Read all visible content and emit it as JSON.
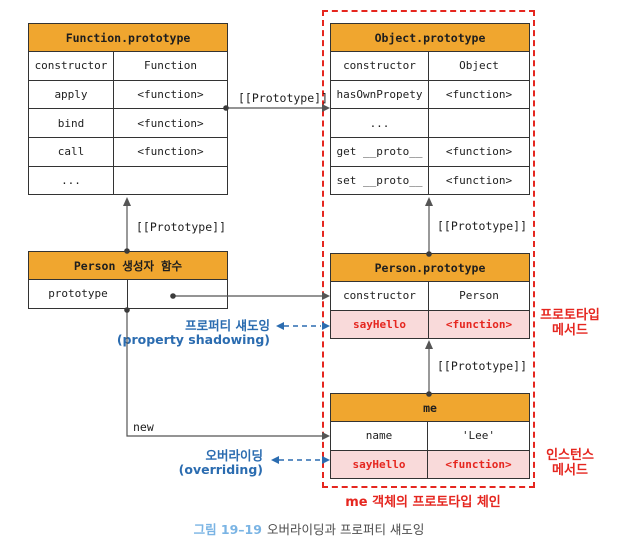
{
  "palette": {
    "header_orange": "#F0A62F",
    "highlight_pink": "#F9DADA",
    "accent_red": "#E5261F",
    "accent_blue": "#2B6CB0",
    "caption_blue": "#7AB4E4",
    "line_gray": "#555555"
  },
  "tables": {
    "function_prototype": {
      "title": "Function.prototype",
      "rows": [
        {
          "key": "constructor",
          "value": "Function"
        },
        {
          "key": "apply",
          "value": "<function>"
        },
        {
          "key": "bind",
          "value": "<function>"
        },
        {
          "key": "call",
          "value": "<function>"
        },
        {
          "key": "...",
          "value": ""
        }
      ]
    },
    "object_prototype": {
      "title": "Object.prototype",
      "rows": [
        {
          "key": "constructor",
          "value": "Object"
        },
        {
          "key": "hasOwnPropety",
          "value": "<function>"
        },
        {
          "key": "...",
          "value": ""
        },
        {
          "key": "get __proto__",
          "value": "<function>"
        },
        {
          "key": "set __proto__",
          "value": "<function>"
        }
      ]
    },
    "person_constructor": {
      "title": "Person 생성자 함수",
      "rows": [
        {
          "key": "prototype",
          "value": ""
        }
      ]
    },
    "person_prototype": {
      "title": "Person.prototype",
      "rows": [
        {
          "key": "constructor",
          "value": "Person"
        },
        {
          "key": "sayHello",
          "value": "<function>"
        }
      ]
    },
    "me": {
      "title": "me",
      "rows": [
        {
          "key": "name",
          "value": "'Lee'"
        },
        {
          "key": "sayHello",
          "value": "<function>"
        }
      ]
    }
  },
  "labels": {
    "prototype_ref": "[[Prototype]]",
    "new_keyword": "new",
    "property_shadowing_ko": "프로퍼티 섀도잉",
    "property_shadowing_en": "(property shadowing)",
    "overriding_ko": "오버라이딩",
    "overriding_en": "(overriding)",
    "prototype_method_line1": "프로토타입",
    "prototype_method_line2": "메서드",
    "instance_method_line1": "인스턴스",
    "instance_method_line2": "메서드",
    "chain_label": "me 객체의 프로토타입 체인"
  },
  "caption": {
    "number": "그림 19–19",
    "text": "오버라이딩과 프로퍼티 섀도잉"
  }
}
